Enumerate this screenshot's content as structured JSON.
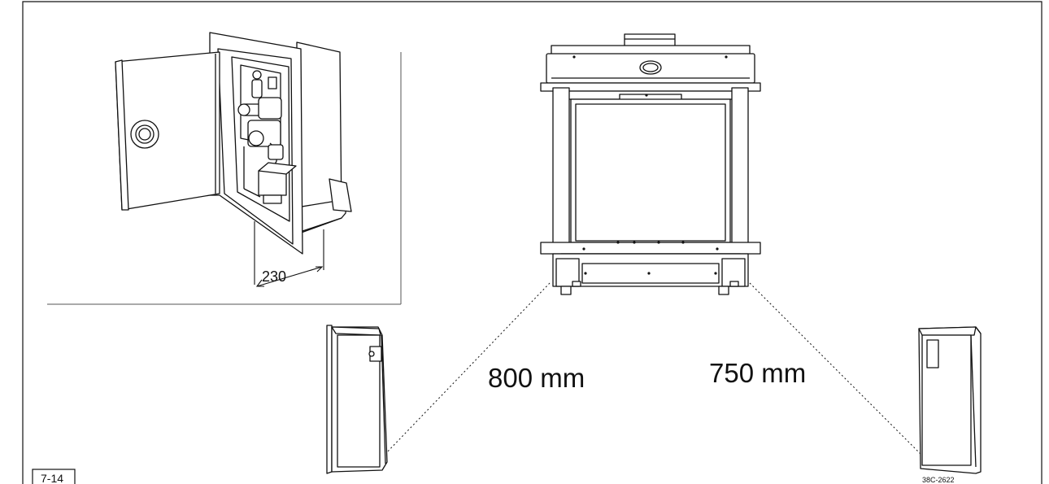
{
  "figure": {
    "figure_number": "7-14",
    "drawing_code": "38C-2622"
  },
  "dimensions": {
    "depth_label": "230",
    "left_distance": "800 mm",
    "right_distance": "750 mm"
  },
  "colors": {
    "line": "#111111",
    "background": "#ffffff"
  }
}
